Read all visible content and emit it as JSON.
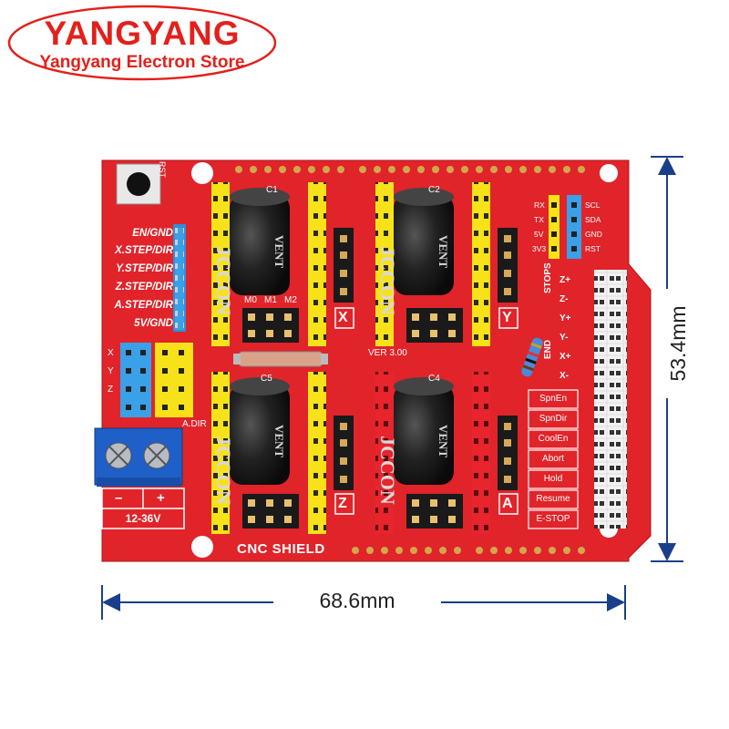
{
  "brand": {
    "title": "YANGYANG",
    "subtitle": "Yangyang Electron Store",
    "color": "#e3201b"
  },
  "dimensions": {
    "width_label": "68.6mm",
    "height_label": "53.4mm"
  },
  "board": {
    "name": "CNC SHIELD",
    "version": "VER 3.00",
    "reset_label": "RST",
    "color": "#e0242a",
    "left_header_labels": [
      "EN/GND",
      "X.STEP/DIR",
      "Y.STEP/DIR",
      "Z.STEP/DIR",
      "A.STEP/DIR",
      "5V/GND"
    ],
    "axis_labels": [
      "X",
      "Y",
      "Z",
      "A"
    ],
    "cap_labels": [
      "C1",
      "C2",
      "C5",
      "C4"
    ],
    "microstep_labels": [
      "M0",
      "M1",
      "M2"
    ],
    "i2c_labels": [
      "RX",
      "TX",
      "5V",
      "3V3"
    ],
    "i2c_labels_right": [
      "SCL",
      "SDA",
      "GND",
      "RST"
    ],
    "stops_title": "STOPS",
    "stop_labels": [
      "Z+",
      "Z-",
      "Y+",
      "Y-",
      "X+",
      "X-"
    ],
    "end_label": "END",
    "buttons": [
      "SpnEn",
      "SpnDir",
      "CoolEn",
      "Abort",
      "Hold",
      "Resume",
      "E-STOP"
    ],
    "power": {
      "minus": "–",
      "plus": "+",
      "voltage": "12-36V"
    },
    "clone_label": "A.DIR",
    "clone_row_labels": [
      "X",
      "Y",
      "Z"
    ],
    "capacitor": {
      "brand": "JCCON",
      "mark": "VENT"
    }
  }
}
